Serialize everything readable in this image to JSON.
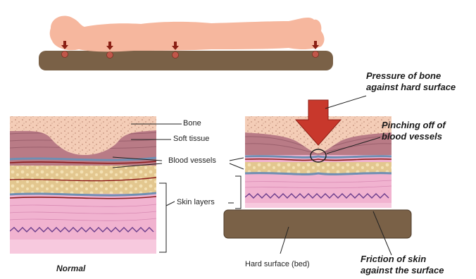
{
  "labels": {
    "bone": "Bone",
    "soft_tissue": "Soft tissue",
    "blood_vessels": "Blood vessels",
    "skin_layers": "Skin layers",
    "hard_surface": "Hard surface (bed)",
    "normal": "Normal"
  },
  "callouts": {
    "pressure_line1": "Pressure of bone",
    "pressure_line2": "against hard surface",
    "pinching_line1": "Pinching off of",
    "pinching_line2": "blood vessels",
    "friction_line1": "Friction of skin",
    "friction_line2": "against the surface"
  },
  "colors": {
    "skin_body": "#f6b79e",
    "mattress": "#7a6147",
    "bone": "#f4cdb7",
    "soft_tissue": "#b97b86",
    "fat": "#e6cc98",
    "skin": "#f1b3d0",
    "vessel_red": "#8b1a1a",
    "vessel_blue": "#6f8fb3",
    "arrow": "#c8382c",
    "pressure_point": "#c0574a"
  }
}
